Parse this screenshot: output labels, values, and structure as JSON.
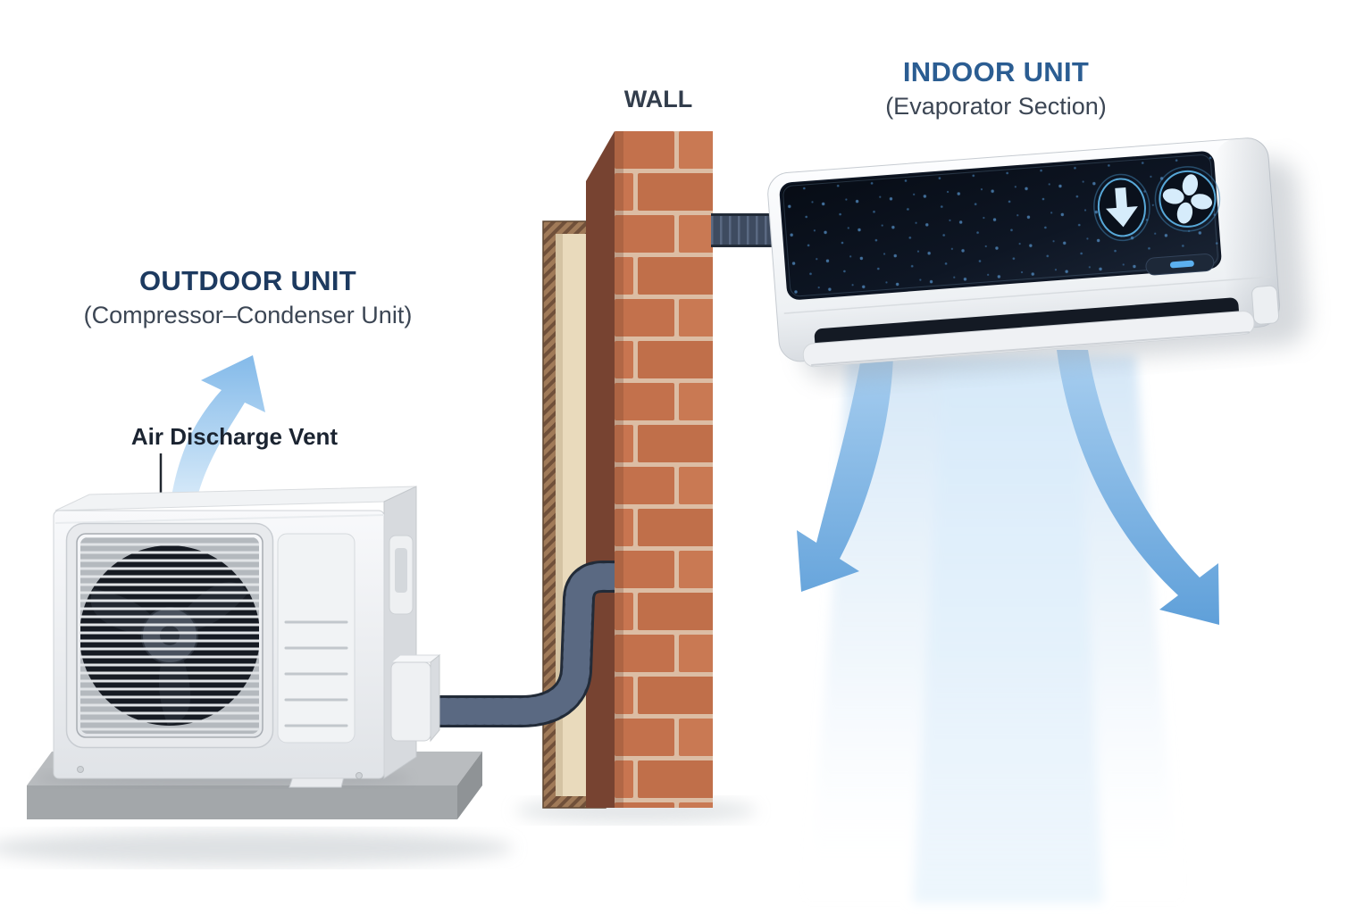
{
  "page": {
    "background": "#ffffff"
  },
  "labels": {
    "indoor_unit_title": "INDOOR UNIT",
    "indoor_unit_subtitle": "(Evaporator Section)",
    "wall_title": "WALL",
    "outdoor_unit_title": "OUTDOOR UNIT",
    "outdoor_unit_subtitle": "(Compressor–Condenser Unit)",
    "air_discharge_vent_label": "Air Discharge Vent"
  },
  "icons": {
    "indoor_display_icons": [
      "airflow-down-icon",
      "fan-icon"
    ],
    "status_indicator": "power-status-light"
  },
  "colors": {
    "indoor_title_blue": "#2b5d92",
    "outdoor_title_navy": "#1d3a60",
    "subtitle_gray": "#3c4654",
    "wall_label_dark": "#323d4c",
    "air_label_dark": "#1b2431",
    "airflow_blue": "#5e9fd9",
    "airflow_blue_light": "#a9cff0",
    "brick_terracotta": "#c3714c",
    "mortar_light": "#dcbda4",
    "pipe_slate": "#3e4b60",
    "display_panel_dark": "#0c1320",
    "icon_glow_blue": "#d6ecfb",
    "concrete_gray": "#a3a7aa"
  }
}
